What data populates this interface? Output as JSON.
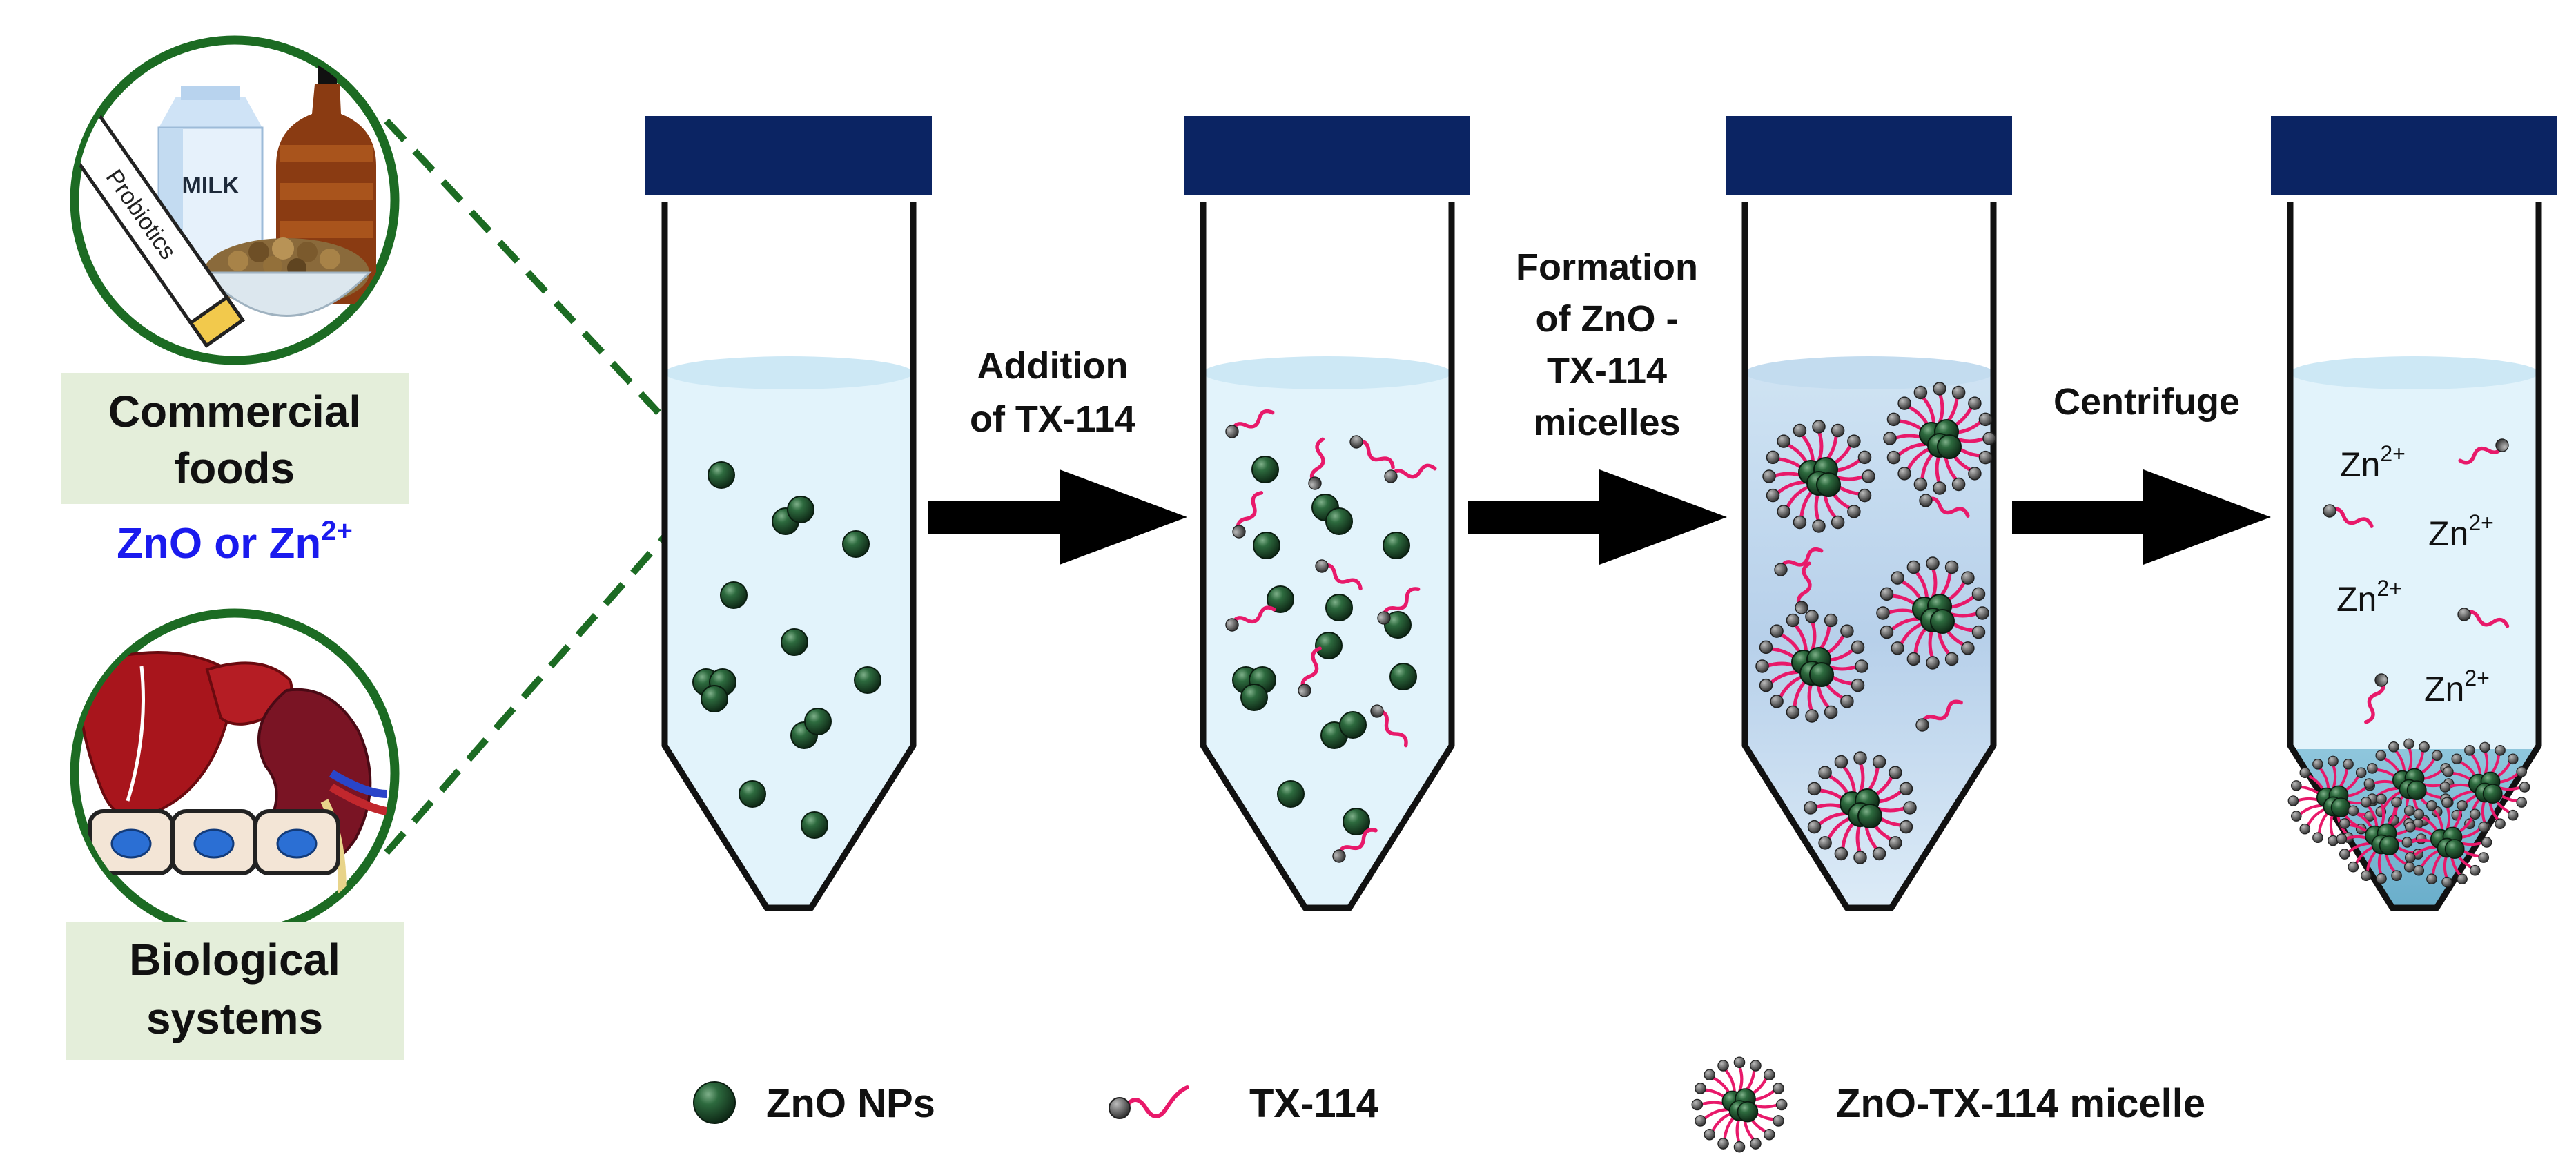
{
  "sources": {
    "food_label_1": "Commercial",
    "food_label_2": "foods",
    "bio_label_1": "Biological",
    "bio_label_2": "systems",
    "species_text": "ZnO or Zn",
    "species_sup": "2+",
    "milk_text": "MILK",
    "probiotics_text": "Probiotics"
  },
  "steps": {
    "step1_line1": "Addition",
    "step1_line2": "of TX-114",
    "step2_line1": "Formation",
    "step2_line2": "of ZnO -",
    "step2_line3": "TX-114",
    "step2_line4": "micelles",
    "step3": "Centrifuge"
  },
  "ions": {
    "symbol": "Zn",
    "charge": "2+"
  },
  "legend": {
    "zno_np": "ZnO NPs",
    "tx114": "TX-114",
    "micelle": "ZnO-TX-114 micelle"
  },
  "colors": {
    "cap": "#0b2463",
    "liquid": "#e2f3fb",
    "particle": "#1d4a2c",
    "surfactant_tail": "#e8196a",
    "surfactant_head": "#555555",
    "circle_border": "#1c6b23",
    "label_bg": "#e4eeda",
    "species_text": "#1a1aee"
  }
}
